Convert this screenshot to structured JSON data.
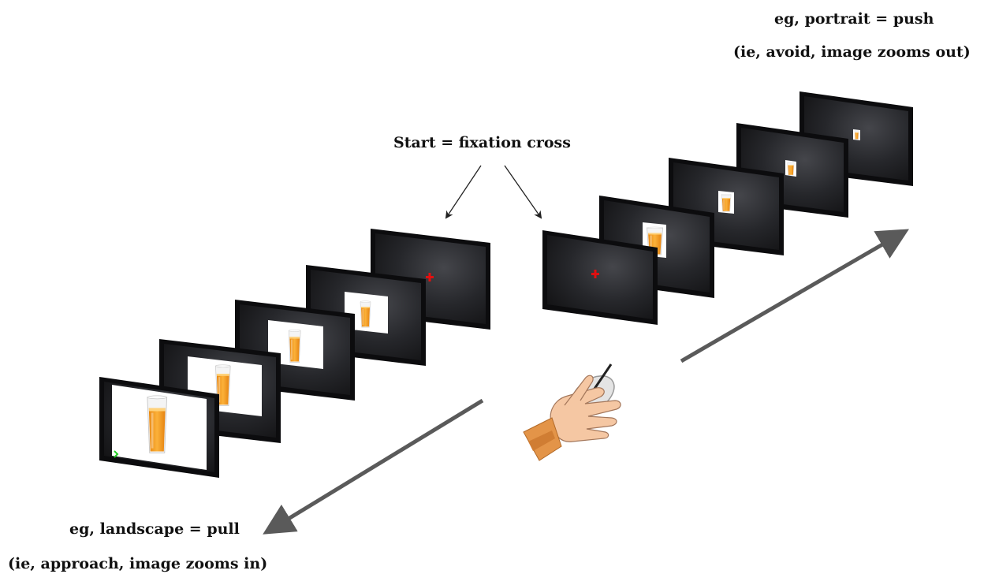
{
  "labels": {
    "start": "Start = fixation cross",
    "push_condition": "eg, portrait = push",
    "push_explanation": "(ie, avoid, image zooms out)",
    "pull_condition": "eg, landscape = pull",
    "pull_explanation": "(ie, approach, image zooms in)"
  },
  "stimulus": {
    "image": "glass-of-orange-juice",
    "fixation_symbol": "+"
  },
  "colors": {
    "screen_dark": "#1e1f22",
    "screen_frame": "#0c0c0e",
    "fixation": "#e01010",
    "juice": "#f39c12",
    "arrow": "#5a5a5a",
    "skin": "#f5c7a3",
    "cuff": "#e39448"
  }
}
